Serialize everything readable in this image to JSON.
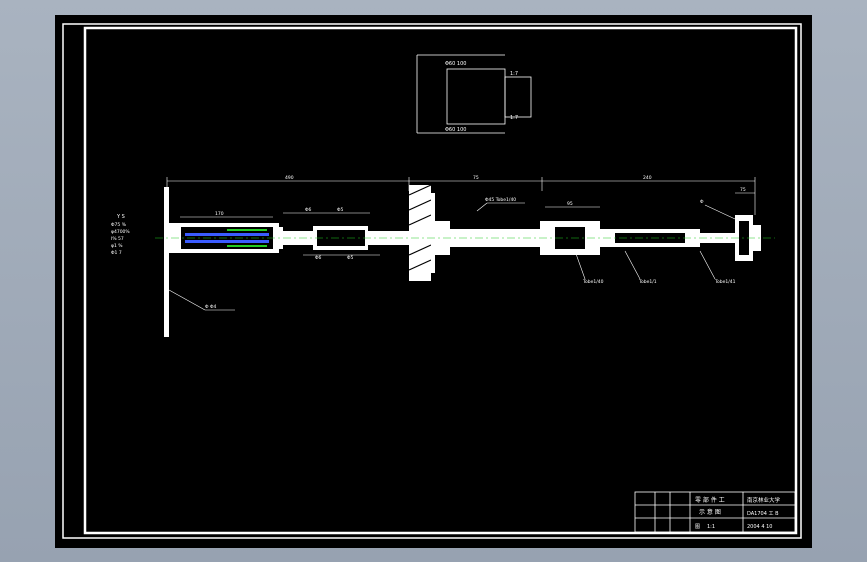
{
  "colors": {
    "workspace_bg": "#9aa5b4",
    "canvas_bg": "#000000",
    "line": "#ffffff",
    "accent_green": "#22cc22",
    "accent_blue": "#3a5bff",
    "accent_cyan": "#00cccc"
  },
  "legend": {
    "lines": [
      "Y  S",
      "Φ75 %",
      "φ4700%",
      "Ⅰ% 57",
      "φ1 %",
      "Φ1 7"
    ]
  },
  "section_detail": {
    "top_label": "Φ60 100",
    "bottom_label": "Φ60 100",
    "right_top": "1:7",
    "right_bottom": "1:7"
  },
  "dimensions": {
    "d1": "490",
    "d2": "75",
    "d3": "240",
    "d4": "170",
    "d5": "Φ6",
    "d6": "Φ5",
    "d7": "Φ6",
    "d8": "Φ5",
    "d9": "95",
    "d10": "75"
  },
  "callouts": {
    "top_mid": "Φ45  Tobe1/40",
    "bottom_1": "Tobe1/40",
    "bottom_2": "Tobe1/1",
    "bottom_3": "Tobe1/41",
    "left_bottom": "Φ Φ4",
    "right_top": "Φ"
  },
  "title_block": {
    "drawing_name_1": "零 部 件 工",
    "drawing_name_2": "示 意 图",
    "school": "南京林业大学",
    "drawing_no": "DA1704  工 B",
    "date": "2004 4 10",
    "scale_label": "1:1",
    "sheet": "图"
  }
}
